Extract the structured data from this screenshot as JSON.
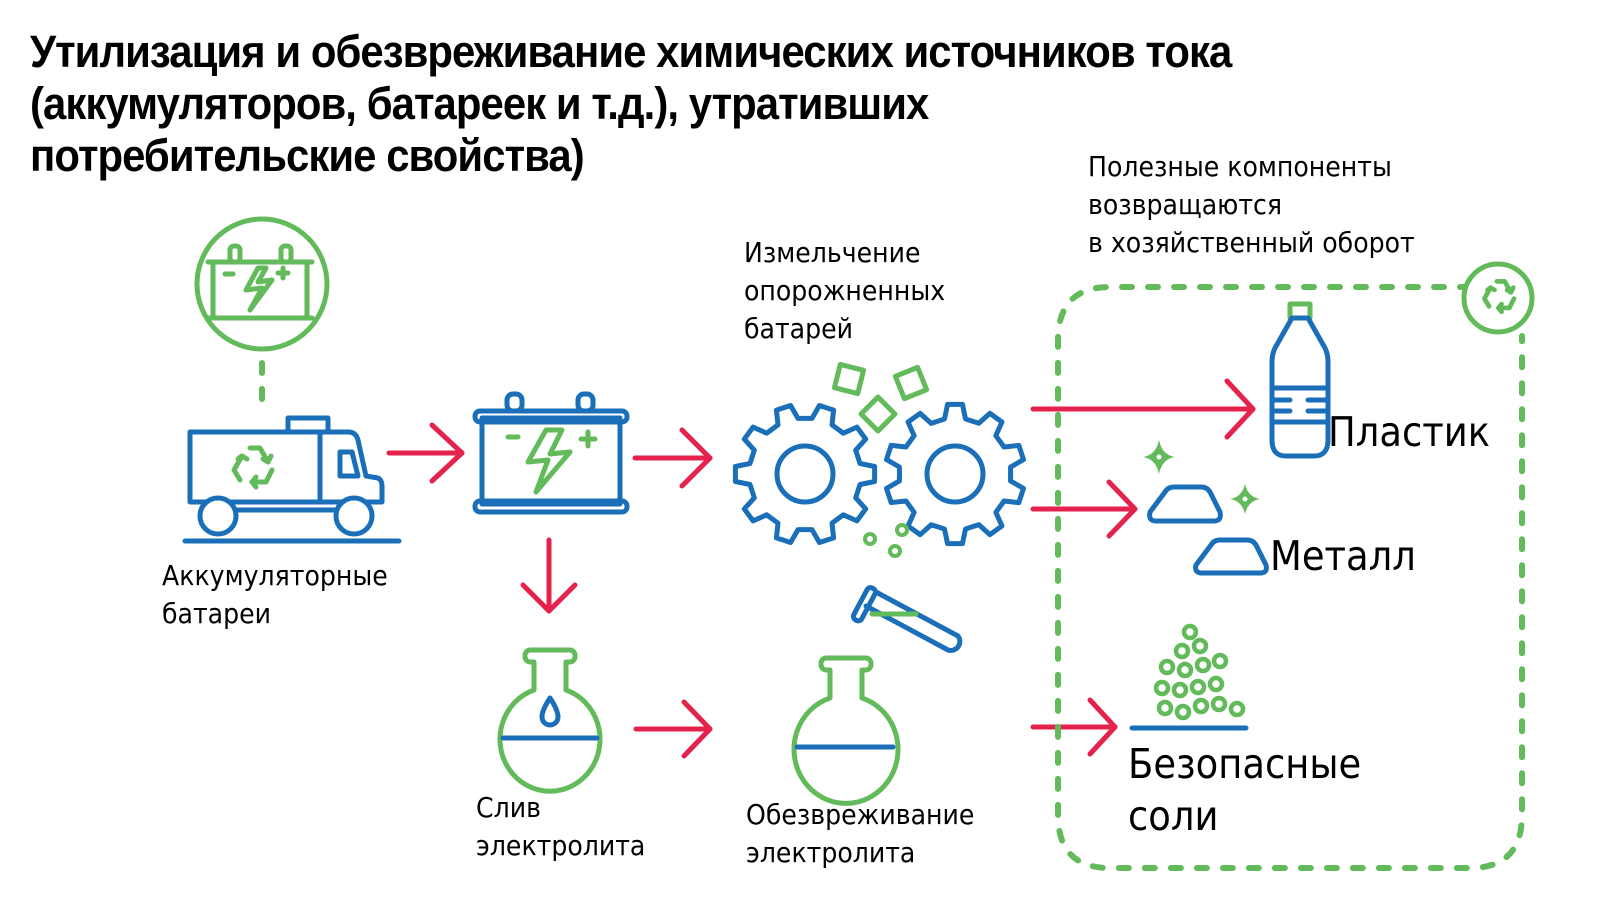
{
  "title": {
    "lines": [
      "Утилизация и обезвреживание химических источников тока",
      "(аккумуляторов, батареек и т.д.), утративших",
      "потребительские свойства)"
    ]
  },
  "colors": {
    "blue": "#1a6fb8",
    "green": "#62ba5a",
    "red": "#e5224b",
    "text": "#000000"
  },
  "steps": {
    "batteries": {
      "lines": [
        "Аккумуляторные",
        "батареи"
      ],
      "icon": "truck-recycle-icon"
    },
    "crushing": {
      "lines": [
        "Измельчение",
        "опорожненных",
        "батарей"
      ],
      "icon": "gears-icon"
    },
    "drain": {
      "lines": [
        "Слив",
        "электролита"
      ],
      "icon": "flask-drop-icon"
    },
    "neutralize": {
      "lines": [
        "Обезвреживание",
        "электролита"
      ],
      "icon": "flask-test-tube-icon"
    }
  },
  "outputs_group": {
    "caption_lines": [
      "Полезные компоненты",
      "возвращаются",
      "в хозяйственный оборот"
    ],
    "icon": "recycle-icon",
    "items": [
      {
        "label": "Пластик",
        "icon": "bottle-icon"
      },
      {
        "label": "Металл",
        "icon": "metal-ingots-icon"
      },
      {
        "label": "Безопасные соли",
        "lines": [
          "Безопасные",
          "соли"
        ],
        "icon": "salt-pile-icon"
      }
    ]
  },
  "flow": [
    {
      "from": "batteries",
      "to": "battery"
    },
    {
      "from": "battery",
      "to": "crushing"
    },
    {
      "from": "battery",
      "to": "drain"
    },
    {
      "from": "drain",
      "to": "neutralize"
    },
    {
      "from": "crushing",
      "to": "Пластик"
    },
    {
      "from": "crushing",
      "to": "Металл"
    },
    {
      "from": "neutralize",
      "to": "Безопасные соли"
    }
  ]
}
